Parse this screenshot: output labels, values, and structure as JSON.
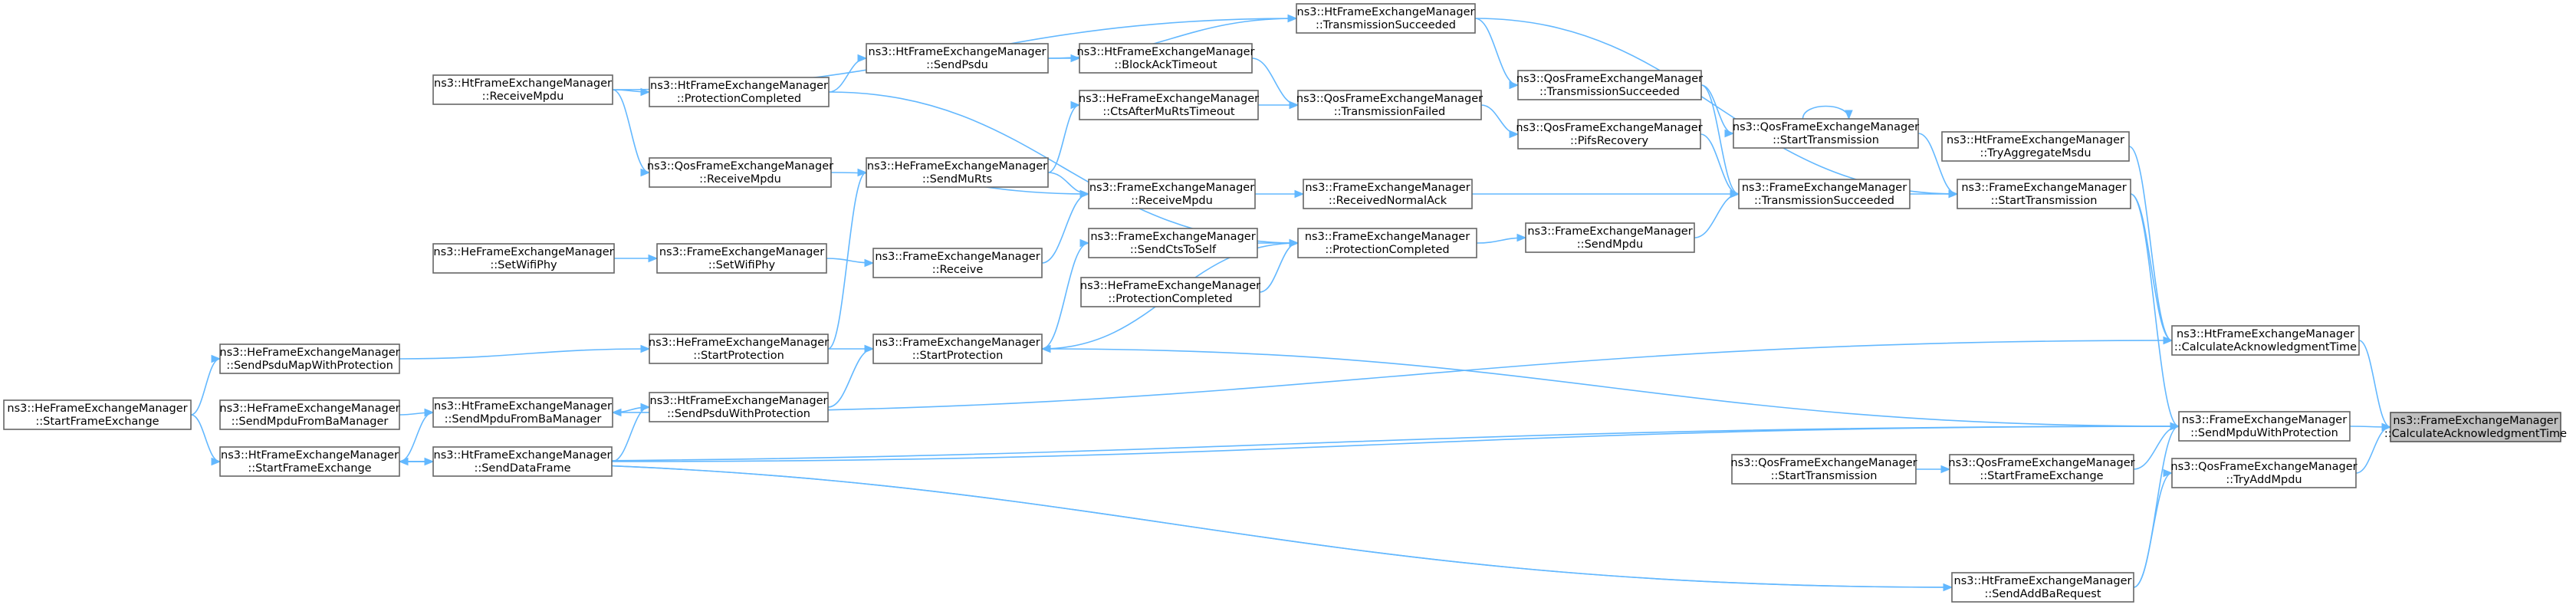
{
  "graph": {
    "title": "",
    "nodes": [
      {
        "id": "root",
        "line1": "ns3::FrameExchangeManager",
        "line2": "::CalculateAcknowledgmentTime",
        "root": true
      },
      {
        "id": "ht_calcack",
        "line1": "ns3::HtFrameExchangeManager",
        "line2": "::CalculateAcknowledgmentTime"
      },
      {
        "id": "fem_sendmpdu_prot",
        "line1": "ns3::FrameExchangeManager",
        "line2": "::SendMpduWithProtection"
      },
      {
        "id": "qos_tryaddmpdu",
        "line1": "ns3::QosFrameExchangeManager",
        "line2": "::TryAddMpdu"
      },
      {
        "id": "ht_tryaggr",
        "line1": "ns3::HtFrameExchangeManager",
        "line2": "::TryAggregateMsdu"
      },
      {
        "id": "fem_starttx",
        "line1": "ns3::FrameExchangeManager",
        "line2": "::StartTransmission"
      },
      {
        "id": "qos_startfe",
        "line1": "ns3::QosFrameExchangeManager",
        "line2": "::StartFrameExchange"
      },
      {
        "id": "ht_sendaddba",
        "line1": "ns3::HtFrameExchangeManager",
        "line2": "::SendAddBaRequest"
      },
      {
        "id": "ht_txsucc",
        "line1": "ns3::HtFrameExchangeManager",
        "line2": "::TransmissionSucceeded"
      },
      {
        "id": "qos_starttx",
        "line1": "ns3::QosFrameExchangeManager",
        "line2": "::StartTransmission"
      },
      {
        "id": "fem_txsucc",
        "line1": "ns3::FrameExchangeManager",
        "line2": "::TransmissionSucceeded"
      },
      {
        "id": "qos_starttx2",
        "line1": "ns3::QosFrameExchangeManager",
        "line2": "::StartTransmission"
      },
      {
        "id": "qos_txsucc",
        "line1": "ns3::QosFrameExchangeManager",
        "line2": "::TransmissionSucceeded"
      },
      {
        "id": "qos_pifs",
        "line1": "ns3::QosFrameExchangeManager",
        "line2": "::PifsRecovery"
      },
      {
        "id": "fem_sendmpdu",
        "line1": "ns3::FrameExchangeManager",
        "line2": "::SendMpdu"
      },
      {
        "id": "qos_txfailed",
        "line1": "ns3::QosFrameExchangeManager",
        "line2": "::TransmissionFailed"
      },
      {
        "id": "fem_rxnormalack",
        "line1": "ns3::FrameExchangeManager",
        "line2": "::ReceivedNormalAck"
      },
      {
        "id": "fem_protcompl",
        "line1": "ns3::FrameExchangeManager",
        "line2": "::ProtectionCompleted"
      },
      {
        "id": "ht_blockacktimeout",
        "line1": "ns3::HtFrameExchangeManager",
        "line2": "::BlockAckTimeout"
      },
      {
        "id": "he_ctsafter",
        "line1": "ns3::HeFrameExchangeManager",
        "line2": "::CtsAfterMuRtsTimeout"
      },
      {
        "id": "fem_rxmpdu",
        "line1": "ns3::FrameExchangeManager",
        "line2": "::ReceiveMpdu"
      },
      {
        "id": "fem_sendcts",
        "line1": "ns3::FrameExchangeManager",
        "line2": "::SendCtsToSelf"
      },
      {
        "id": "he_protcompl",
        "line1": "ns3::HeFrameExchangeManager",
        "line2": "::ProtectionCompleted"
      },
      {
        "id": "ht_sendpsdu",
        "line1": "ns3::HtFrameExchangeManager",
        "line2": "::SendPsdu"
      },
      {
        "id": "he_sendmurts",
        "line1": "ns3::HeFrameExchangeManager",
        "line2": "::SendMuRts"
      },
      {
        "id": "fem_receive",
        "line1": "ns3::FrameExchangeManager",
        "line2": "::Receive"
      },
      {
        "id": "fem_startprot",
        "line1": "ns3::FrameExchangeManager",
        "line2": "::StartProtection"
      },
      {
        "id": "ht_protcompl",
        "line1": "ns3::HtFrameExchangeManager",
        "line2": "::ProtectionCompleted"
      },
      {
        "id": "qos_rxmpdu",
        "line1": "ns3::QosFrameExchangeManager",
        "line2": "::ReceiveMpdu"
      },
      {
        "id": "fem_setwifiphy",
        "line1": "ns3::FrameExchangeManager",
        "line2": "::SetWifiPhy"
      },
      {
        "id": "he_startprot",
        "line1": "ns3::HeFrameExchangeManager",
        "line2": "::StartProtection"
      },
      {
        "id": "ht_sendpsduprot",
        "line1": "ns3::HtFrameExchangeManager",
        "line2": "::SendPsduWithProtection"
      },
      {
        "id": "ht_rxmpdu",
        "line1": "ns3::HtFrameExchangeManager",
        "line2": "::ReceiveMpdu"
      },
      {
        "id": "he_setwifiphy",
        "line1": "ns3::HeFrameExchangeManager",
        "line2": "::SetWifiPhy"
      },
      {
        "id": "he_sendpsdumap",
        "line1": "ns3::HeFrameExchangeManager",
        "line2": "::SendPsduMapWithProtection"
      },
      {
        "id": "he_sendmpdufromba",
        "line1": "ns3::HeFrameExchangeManager",
        "line2": "::SendMpduFromBaManager"
      },
      {
        "id": "ht_sendmpdufromba",
        "line1": "ns3::HtFrameExchangeManager",
        "line2": "::SendMpduFromBaManager"
      },
      {
        "id": "ht_startfe",
        "line1": "ns3::HtFrameExchangeManager",
        "line2": "::StartFrameExchange"
      },
      {
        "id": "ht_senddata",
        "line1": "ns3::HtFrameExchangeManager",
        "line2": "::SendDataFrame"
      },
      {
        "id": "he_startfe",
        "line1": "ns3::HeFrameExchangeManager",
        "line2": "::StartFrameExchange"
      }
    ],
    "edges": [
      [
        "ht_calcack",
        "root"
      ],
      [
        "fem_sendmpdu_prot",
        "root"
      ],
      [
        "qos_tryaddmpdu",
        "root"
      ],
      [
        "ht_tryaggr",
        "ht_calcack"
      ],
      [
        "fem_starttx",
        "ht_calcack"
      ],
      [
        "fem_starttx",
        "fem_sendmpdu_prot"
      ],
      [
        "qos_startfe",
        "fem_sendmpdu_prot"
      ],
      [
        "ht_sendaddba",
        "fem_sendmpdu_prot"
      ],
      [
        "ht_startfe",
        "fem_sendmpdu_prot"
      ],
      [
        "ht_senddata",
        "fem_sendmpdu_prot"
      ],
      [
        "ht_sendaddba",
        "qos_tryaddmpdu"
      ],
      [
        "qos_starttx2",
        "qos_startfe"
      ],
      [
        "ht_startfe",
        "ht_sendaddba"
      ],
      [
        "ht_txsucc",
        "fem_starttx"
      ],
      [
        "qos_starttx",
        "fem_starttx"
      ],
      [
        "fem_txsucc",
        "fem_starttx"
      ],
      [
        "qos_txsucc",
        "qos_starttx"
      ],
      [
        "qos_starttx",
        "qos_starttx"
      ],
      [
        "ht_txsucc",
        "qos_txsucc"
      ],
      [
        "qos_txsucc",
        "fem_txsucc"
      ],
      [
        "qos_pifs",
        "fem_txsucc"
      ],
      [
        "fem_sendmpdu",
        "fem_txsucc"
      ],
      [
        "fem_rxnormalack",
        "fem_txsucc"
      ],
      [
        "qos_txfailed",
        "qos_pifs"
      ],
      [
        "fem_protcompl",
        "fem_sendmpdu"
      ],
      [
        "ht_blockacktimeout",
        "qos_txfailed"
      ],
      [
        "he_ctsafter",
        "qos_txfailed"
      ],
      [
        "fem_rxmpdu",
        "fem_rxnormalack"
      ],
      [
        "fem_sendcts",
        "fem_protcompl"
      ],
      [
        "he_protcompl",
        "fem_protcompl"
      ],
      [
        "ht_protcompl",
        "fem_protcompl"
      ],
      [
        "fem_startprot",
        "fem_protcompl"
      ],
      [
        "ht_sendpsdu",
        "ht_blockacktimeout"
      ],
      [
        "ht_sendpsdu",
        "ht_txsucc"
      ],
      [
        "ht_rxmpdu",
        "ht_txsucc"
      ],
      [
        "he_sendmurts",
        "he_ctsafter"
      ],
      [
        "he_sendmurts",
        "fem_rxmpdu"
      ],
      [
        "fem_receive",
        "fem_rxmpdu"
      ],
      [
        "qos_rxmpdu",
        "fem_rxmpdu"
      ],
      [
        "fem_startprot",
        "fem_sendcts"
      ],
      [
        "ht_protcompl",
        "ht_sendpsdu"
      ],
      [
        "ht_rxmpdu",
        "ht_protcompl"
      ],
      [
        "ht_rxmpdu",
        "qos_rxmpdu"
      ],
      [
        "fem_setwifiphy",
        "fem_receive"
      ],
      [
        "he_startprot",
        "he_sendmurts"
      ],
      [
        "he_startprot",
        "fem_startprot"
      ],
      [
        "ht_sendpsduprot",
        "fem_startprot"
      ],
      [
        "fem_sendmpdu_prot",
        "fem_startprot"
      ],
      [
        "ht_calcack",
        "ht_sendmpdufromba"
      ],
      [
        "he_setwifiphy",
        "fem_setwifiphy"
      ],
      [
        "he_sendpsdumap",
        "he_startprot"
      ],
      [
        "ht_sendmpdufromba",
        "ht_sendpsduprot"
      ],
      [
        "ht_senddata",
        "ht_sendpsduprot"
      ],
      [
        "he_startfe",
        "he_sendpsdumap"
      ],
      [
        "he_sendmpdufromba",
        "ht_sendmpdufromba"
      ],
      [
        "ht_startfe",
        "ht_sendmpdufromba"
      ],
      [
        "ht_startfe",
        "ht_senddata"
      ],
      [
        "he_startfe",
        "ht_startfe"
      ],
      [
        "ht_sendaddba",
        "ht_startfe"
      ]
    ]
  }
}
